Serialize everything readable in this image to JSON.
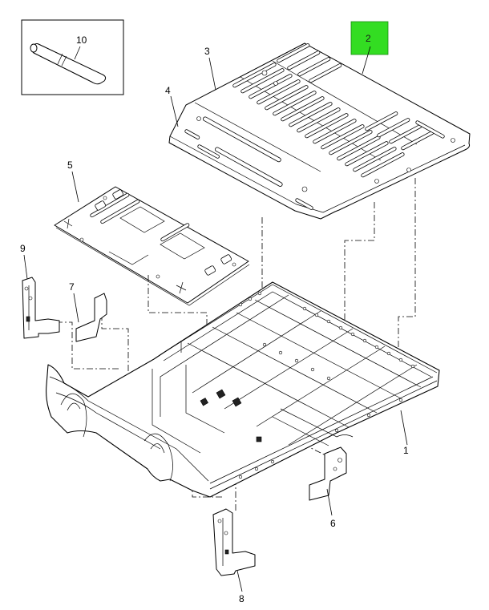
{
  "callouts": {
    "c1": "1",
    "c2": "2",
    "c3": "3",
    "c4": "4",
    "c5": "5",
    "c6": "6",
    "c7": "7",
    "c8": "8",
    "c9": "9",
    "c10": "10"
  },
  "highlight_color": "#33dd22"
}
